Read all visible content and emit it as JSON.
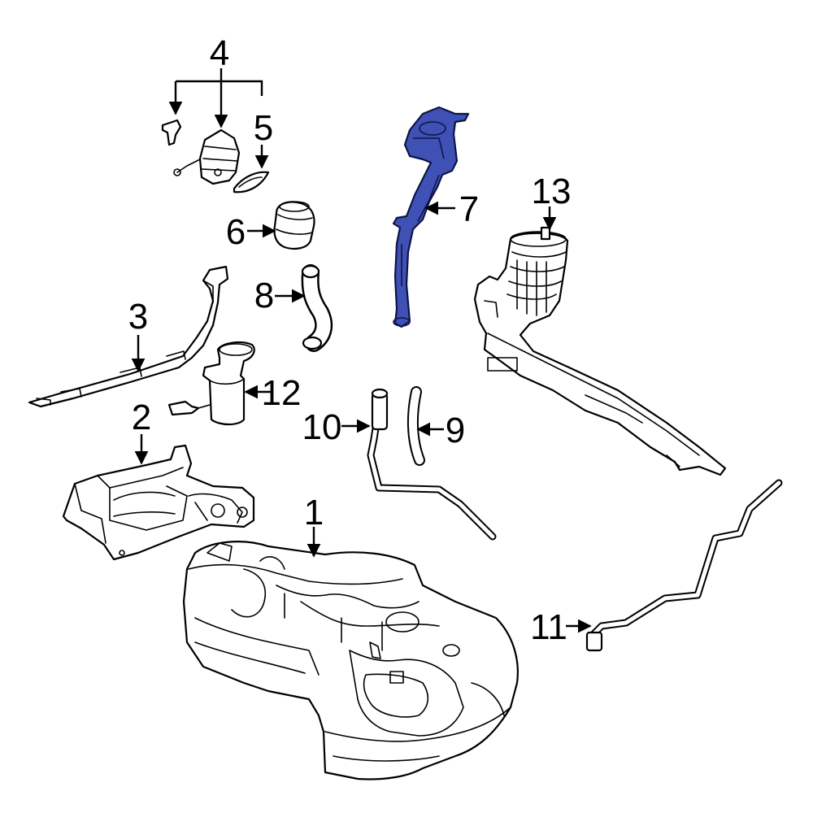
{
  "diagram": {
    "highlight_color": "#3f51b5",
    "callouts": [
      {
        "id": "1",
        "label": "1"
      },
      {
        "id": "2",
        "label": "2"
      },
      {
        "id": "3",
        "label": "3"
      },
      {
        "id": "4",
        "label": "4"
      },
      {
        "id": "5",
        "label": "5"
      },
      {
        "id": "6",
        "label": "6"
      },
      {
        "id": "7",
        "label": "7"
      },
      {
        "id": "8",
        "label": "8"
      },
      {
        "id": "9",
        "label": "9"
      },
      {
        "id": "10",
        "label": "10"
      },
      {
        "id": "11",
        "label": "11"
      },
      {
        "id": "12",
        "label": "12"
      },
      {
        "id": "13",
        "label": "13"
      }
    ]
  }
}
